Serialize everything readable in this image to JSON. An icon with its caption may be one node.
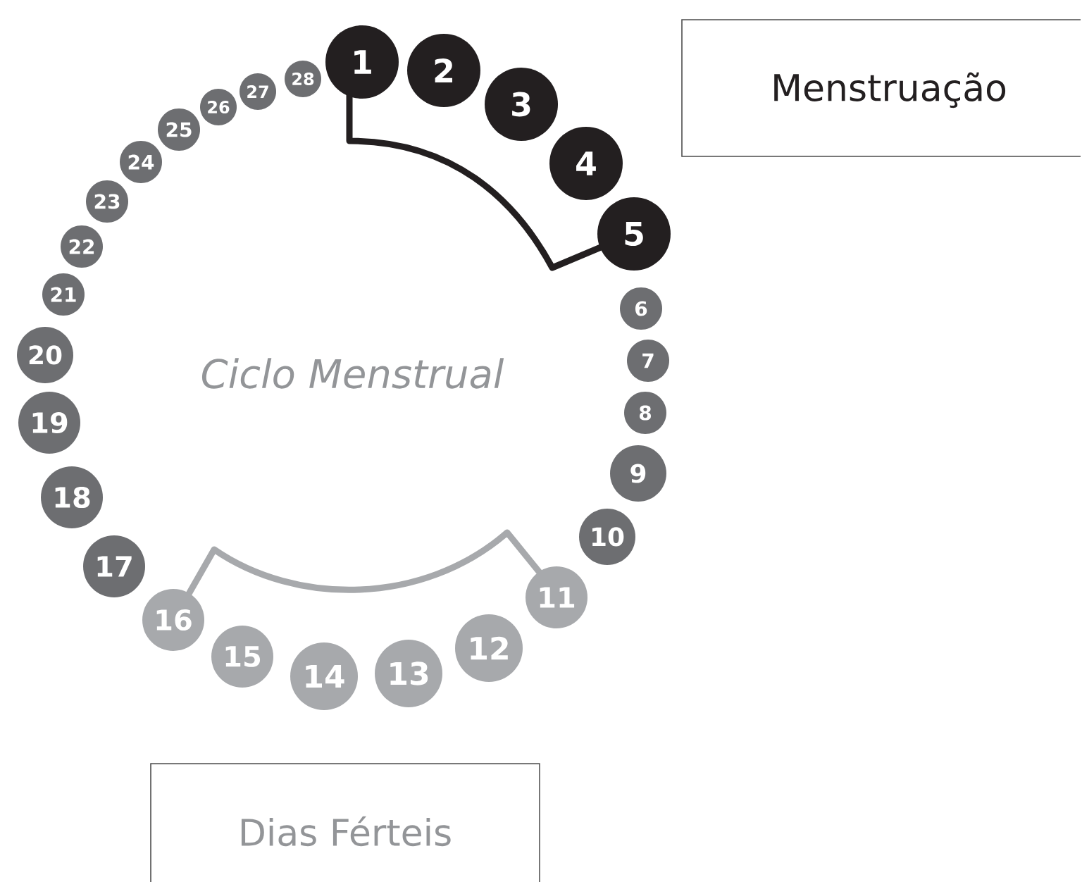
{
  "diagram": {
    "nodes": [
      {
        "text": [
          "1"
        ]
      },
      {
        "text": [
          "2"
        ]
      },
      {
        "text": [
          "3"
        ]
      },
      {
        "text": [
          "4"
        ]
      },
      {
        "text": [
          "5"
        ]
      },
      {
        "text": [
          "6"
        ]
      },
      {
        "text": [
          "7"
        ]
      },
      {
        "text": [
          "8"
        ]
      },
      {
        "text": [
          "9"
        ]
      },
      {
        "text": [
          "10"
        ]
      },
      {
        "text": [
          "11"
        ]
      },
      {
        "text": [
          "12"
        ]
      },
      {
        "text": [
          "13"
        ]
      },
      {
        "text": [
          "14"
        ]
      },
      {
        "text": [
          "15"
        ]
      },
      {
        "text": [
          "16"
        ]
      },
      {
        "text": [
          "17"
        ]
      },
      {
        "text": [
          "18"
        ]
      },
      {
        "text": [
          "19"
        ]
      },
      {
        "text": [
          "20"
        ]
      },
      {
        "text": [
          "21"
        ]
      },
      {
        "text": [
          "22"
        ]
      },
      {
        "text": [
          "23"
        ]
      },
      {
        "text": [
          "24"
        ]
      },
      {
        "text": [
          "25"
        ]
      },
      {
        "text": [
          "26"
        ]
      },
      {
        "text": [
          "27"
        ]
      },
      {
        "text": [
          "28"
        ]
      },
      {
        "text": [
          "Menstruação"
        ]
      },
      {
        "text": [
          "Dias Férteis"
        ]
      }
    ],
    "labels": [
      "Ciclo Menstrual"
    ]
  }
}
